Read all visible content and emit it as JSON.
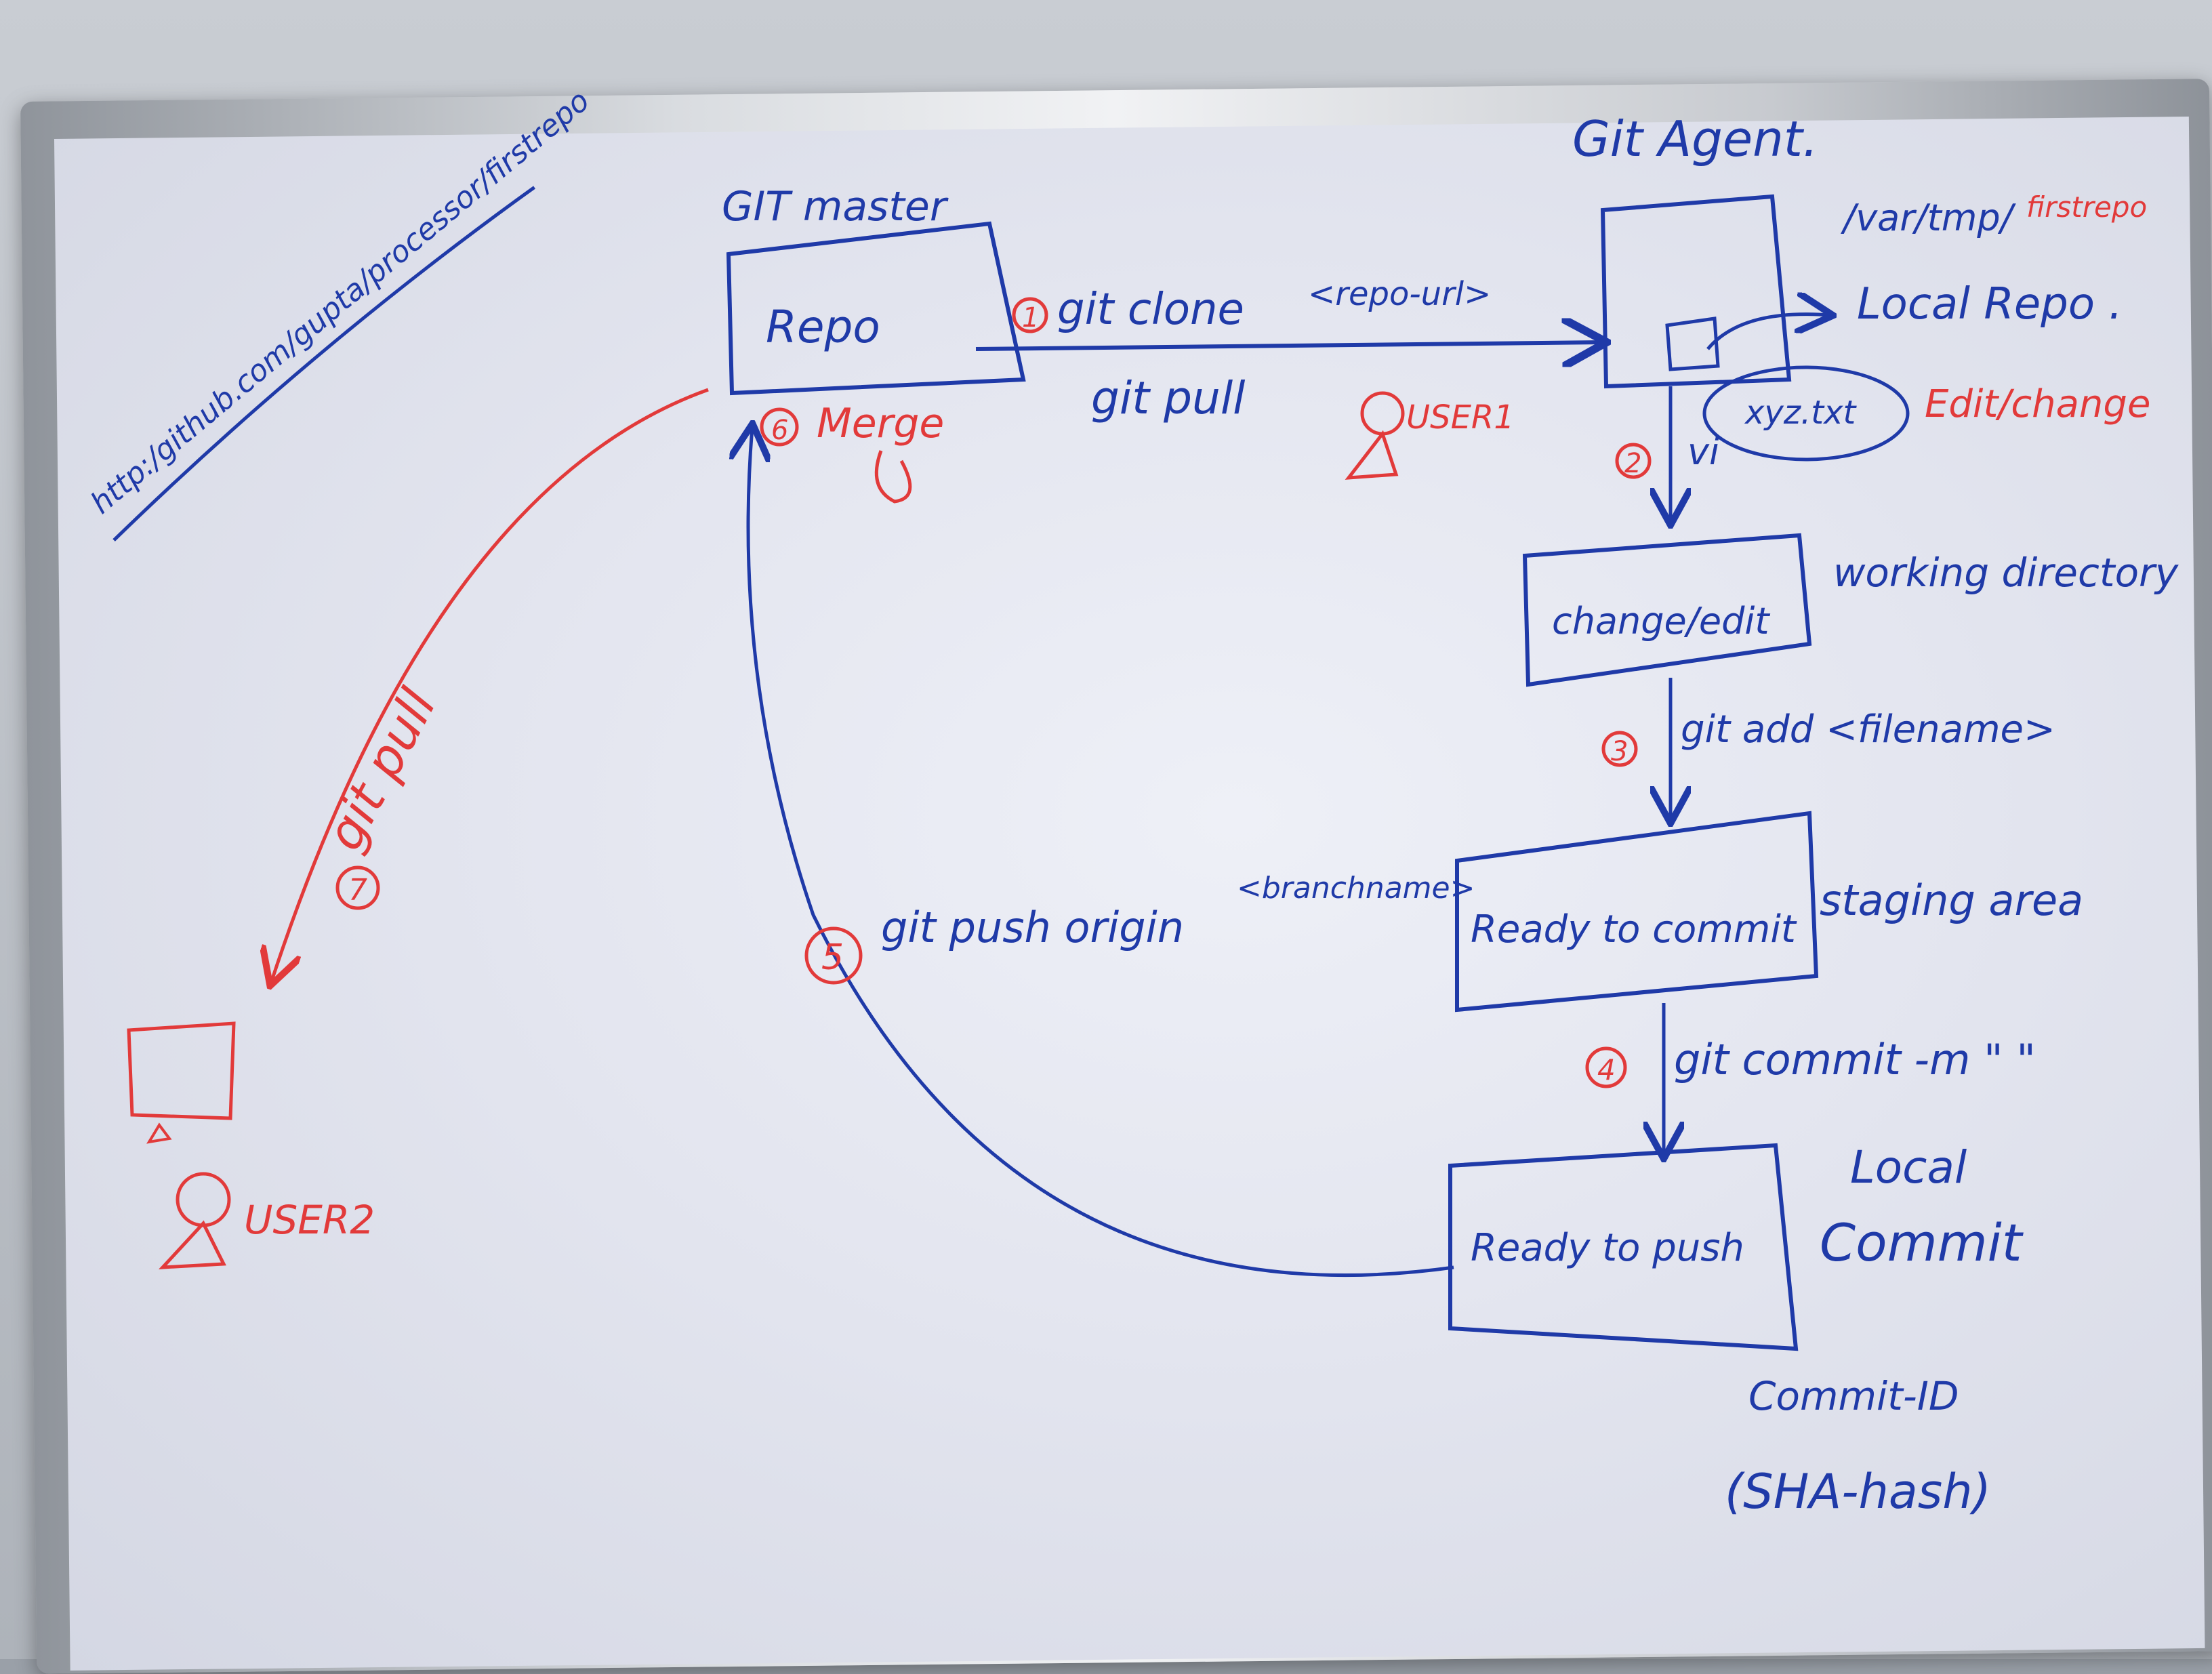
{
  "colors": {
    "blue_ink": "#1f3aa8",
    "red_ink": "#e23a3a",
    "board": "#e6e8f1"
  },
  "url_note": "http:/github.com/gupta/processor/firstrepo",
  "git_master": {
    "title": "GIT master",
    "repo_box": "Repo",
    "merge_label": "Merge",
    "merge_step": "6"
  },
  "git_agent": {
    "title": "Git Agent.",
    "path": "/var/tmp/",
    "path_red": "firstrepo",
    "local_repo": "Local Repo ."
  },
  "user1": "USER1",
  "user2": "USER2",
  "steps": {
    "clone": {
      "num": "1",
      "cmd": "git clone",
      "arg": "<repo-url>",
      "alt": "git pull"
    },
    "edit": {
      "num": "2",
      "cmd": "vi",
      "file": "xyz.txt",
      "note": "Edit/change"
    },
    "add": {
      "num": "3",
      "cmd": "git add <filename>"
    },
    "commit": {
      "num": "4",
      "cmd": "git commit -m \"  \""
    },
    "push": {
      "num": "5",
      "cmd": "git push origin",
      "arg": "<branchname>"
    },
    "pull2": {
      "num": "7",
      "cmd": "git pull"
    }
  },
  "boxes": {
    "working": {
      "label": "change/edit",
      "caption": "working directory"
    },
    "staging": {
      "label": "Ready to commit",
      "caption": "staging area"
    },
    "local": {
      "label": "Ready to push",
      "caption_1": "Local",
      "caption_2": "Commit"
    }
  },
  "commit_id": {
    "line1": "Commit-ID",
    "line2": "(SHA-hash)"
  }
}
